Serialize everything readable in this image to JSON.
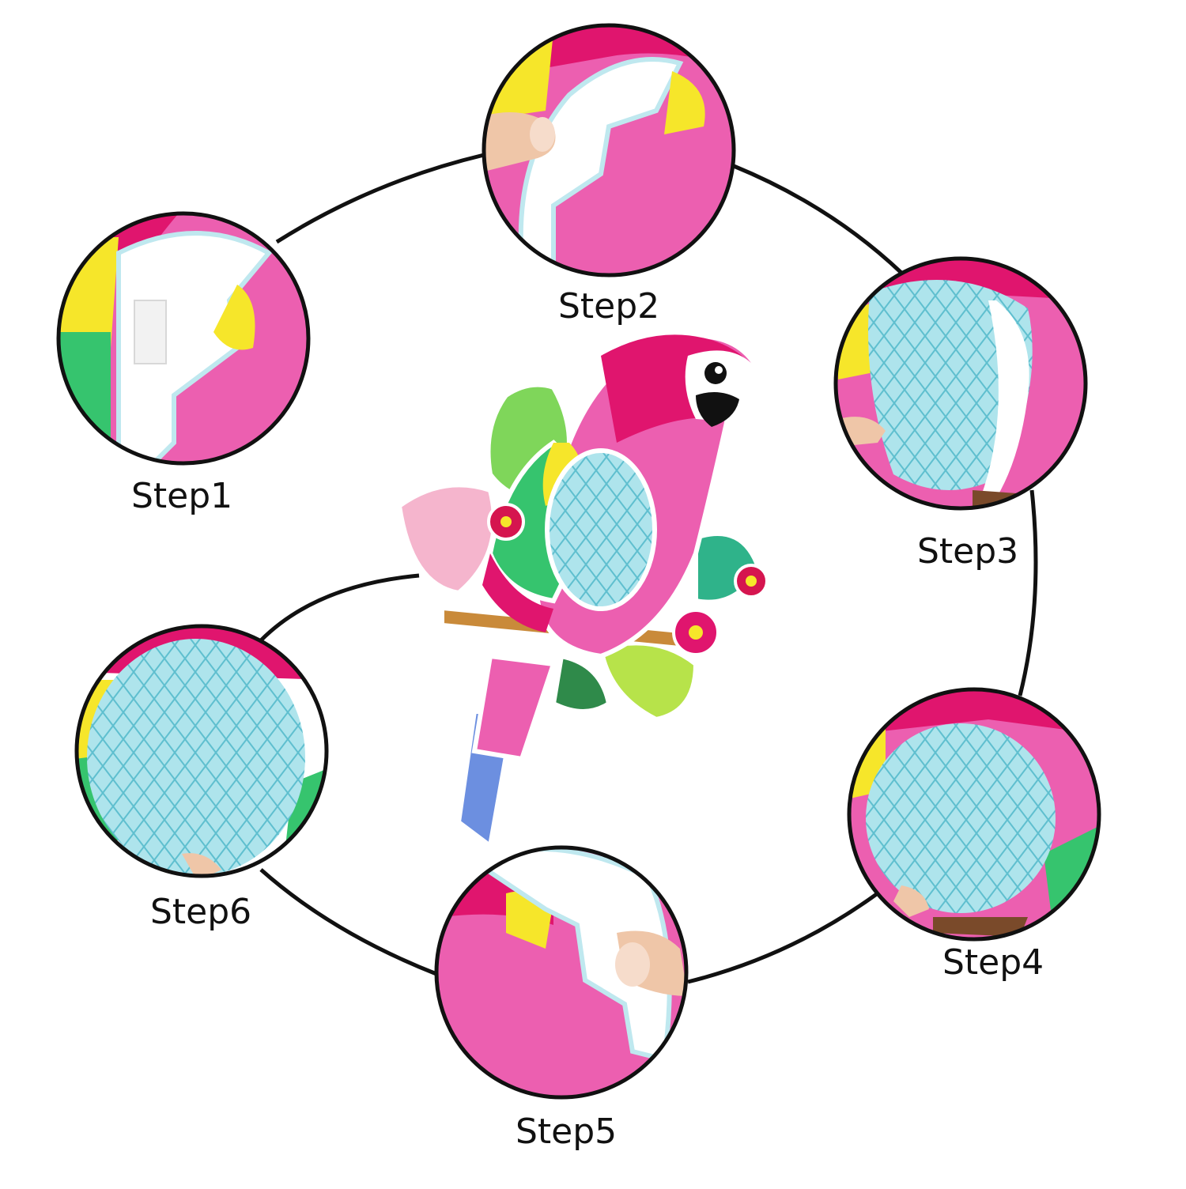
{
  "steps": [
    {
      "id": 1,
      "label": "Step1",
      "content": "tab"
    },
    {
      "id": 2,
      "label": "Step2",
      "content": "tab"
    },
    {
      "id": 3,
      "label": "Step3",
      "content": "half-honeycomb"
    },
    {
      "id": 4,
      "label": "Step4",
      "content": "honeycomb"
    },
    {
      "id": 5,
      "label": "Step5",
      "content": "tab"
    },
    {
      "id": 6,
      "label": "Step6",
      "content": "honeycomb"
    }
  ],
  "colors": {
    "ring": "#111111",
    "pink": "#ec5fb0",
    "magenta": "#e0156e",
    "yellow": "#f6e62a",
    "green": "#36c46e",
    "honeycomb": "#a9e3ea",
    "honeycomb_line": "#6cc6d3",
    "blue_tail": "#6c8fe0",
    "skin": "#efc6a8"
  },
  "center_image": "parrot-honeycomb-decoration"
}
